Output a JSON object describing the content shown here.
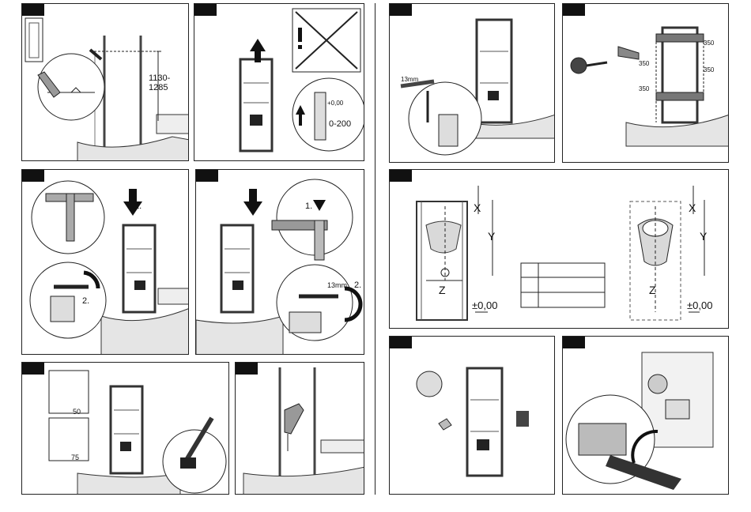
{
  "steps": [
    {
      "id": 1,
      "labels": {
        "height_range": "1130-\n1285"
      }
    },
    {
      "id": 2,
      "labels": {
        "level_top": "+0,00",
        "level_range": "0-200"
      }
    },
    {
      "id": 3,
      "labels": {
        "step1": "1.",
        "step2": "2."
      }
    },
    {
      "id": 4,
      "labels": {
        "step1": "1.",
        "wrench": "13mm",
        "step2": "2."
      }
    },
    {
      "id": 5,
      "labels": {
        "dim_a": "50",
        "dim_b": "75"
      }
    },
    {
      "id": 6,
      "labels": {}
    },
    {
      "id": 7,
      "labels": {
        "wrench": "13mm"
      }
    },
    {
      "id": 8,
      "labels": {
        "d1": "350",
        "d2": "350",
        "d3": "350",
        "d4": "350"
      }
    },
    {
      "id": 9,
      "labels": {
        "x": "X",
        "y": "Y",
        "z": "Z",
        "zero": "±0,00",
        "x2": "X",
        "y2": "Y",
        "z2": "Z",
        "zero2": "±0,00"
      }
    },
    {
      "id": 10,
      "labels": {}
    },
    {
      "id": 11,
      "labels": {}
    }
  ],
  "colors": {
    "line": "#222222",
    "frame": "#555555",
    "fill": "#d9d9d9",
    "dark": "#1a1a1a"
  }
}
